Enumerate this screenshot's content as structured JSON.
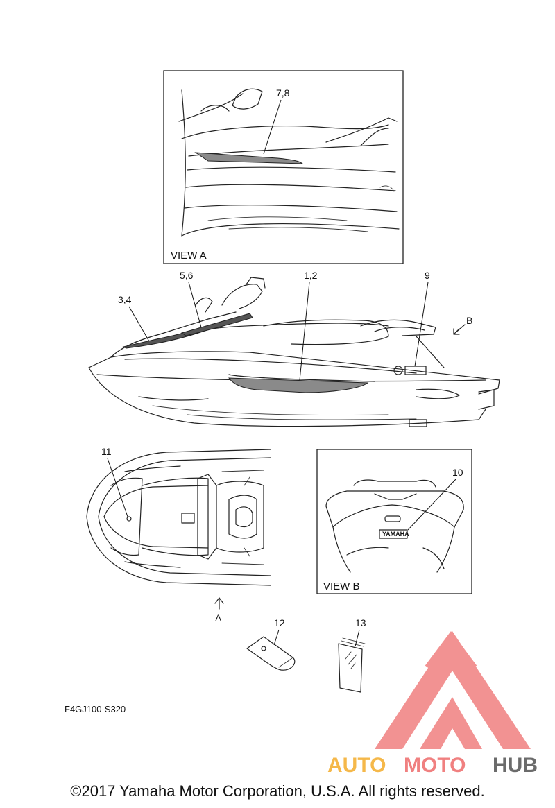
{
  "callouts": {
    "c78": "7,8",
    "c56": "5,6",
    "c34": "3,4",
    "c12": "1,2",
    "c9": "9",
    "c11": "11",
    "c10": "10",
    "c12b": "12",
    "c13": "13"
  },
  "views": {
    "view_a": "VIEW A",
    "view_b": "VIEW B",
    "arrow_a": "A",
    "arrow_b": "B"
  },
  "decal_text": {
    "yamaha_badge": "YAMAHA"
  },
  "diagram_code": "F4GJ100-S320",
  "copyright": "©2017 Yamaha Motor Corporation, U.S.A. All rights reserved.",
  "watermark": {
    "part1": "AUTO",
    "part2": "MOTO",
    "part3": "HUB",
    "color_primary": "#f08080",
    "color_accent": "#f5b84a",
    "color_dark": "#6b6b6b"
  }
}
